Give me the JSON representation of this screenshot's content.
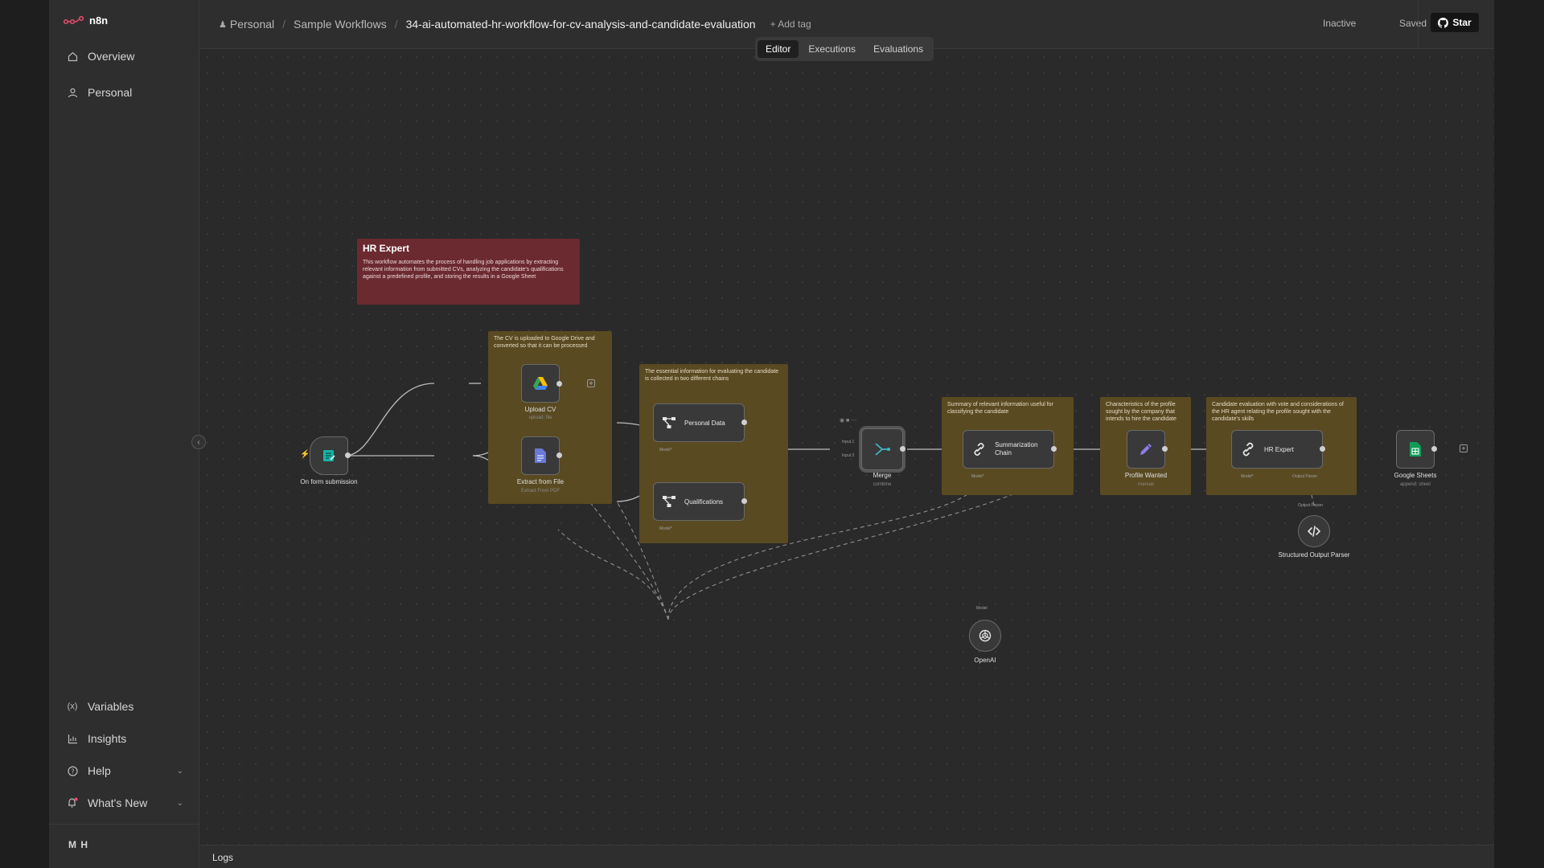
{
  "brand": {
    "name": "n8n",
    "accent": "#ea4b71"
  },
  "sidebar": {
    "top_items": [
      {
        "label": "Overview",
        "icon": "home-icon"
      },
      {
        "label": "Personal",
        "icon": "user-icon"
      }
    ],
    "bottom_items": [
      {
        "label": "Variables",
        "icon": "variables-icon"
      },
      {
        "label": "Insights",
        "icon": "chart-icon"
      },
      {
        "label": "Help",
        "icon": "help-icon"
      },
      {
        "label": "What's New",
        "icon": "bell-icon"
      }
    ],
    "user_initials": "M H"
  },
  "header": {
    "breadcrumb": [
      "Personal",
      "Sample Workflows",
      "34-ai-automated-hr-workflow-for-cv-analysis-and-candidate-evaluation"
    ],
    "add_tag": "+ Add tag",
    "status": "Inactive",
    "save_state": "Saved",
    "star_label": "Star",
    "tabs": [
      {
        "label": "Editor",
        "active": true
      },
      {
        "label": "Executions",
        "active": false
      },
      {
        "label": "Evaluations",
        "active": false
      }
    ]
  },
  "canvas": {
    "stickies": {
      "intro_title": "HR Expert",
      "intro_text": "This workflow automates the process of handling job applications by extracting relevant information from submitted CVs, analyzing the candidate's qualifications against a predefined profile, and storing the results in a Google Sheet",
      "upload_note": "The CV is uploaded to Google Drive and converted so that it can be processed",
      "chains_note": "The essential information for evaluating the candidate is collected in two different chains",
      "summary_note": "Summary of relevant information useful for classifying the candidate",
      "profile_note": "Characteristics of the profile sought by the company that intends to hire the candidate",
      "eval_note": "Candidate evaluation with vote and considerations of the HR agent relating the profile sought with the candidate's skills"
    },
    "nodes": {
      "form": {
        "label": "On form submission"
      },
      "upload": {
        "label": "Upload CV",
        "sub": "upload: file"
      },
      "extract": {
        "label": "Extract from File",
        "sub": "Extract From PDF"
      },
      "personal": {
        "label": "Personal Data",
        "port": "Model*"
      },
      "qualifications": {
        "label": "Qualifications",
        "port": "Model*"
      },
      "merge": {
        "label": "Merge",
        "sub": "combine",
        "input1": "Input 1",
        "input2": "Input 2"
      },
      "summarization": {
        "label": "Summarization Chain",
        "port": "Model*"
      },
      "profile": {
        "label": "Profile Wanted",
        "sub": "manual"
      },
      "hr_expert": {
        "label": "HR Expert",
        "port_model": "Model*",
        "port_parser": "Output Parser"
      },
      "sheets": {
        "label": "Google Sheets",
        "sub": "append: sheet"
      },
      "parser": {
        "label": "Structured Output Parser",
        "port": "Output Parser"
      },
      "openai": {
        "label": "OpenAI",
        "port": "Model"
      }
    }
  },
  "logs": {
    "label": "Logs"
  }
}
